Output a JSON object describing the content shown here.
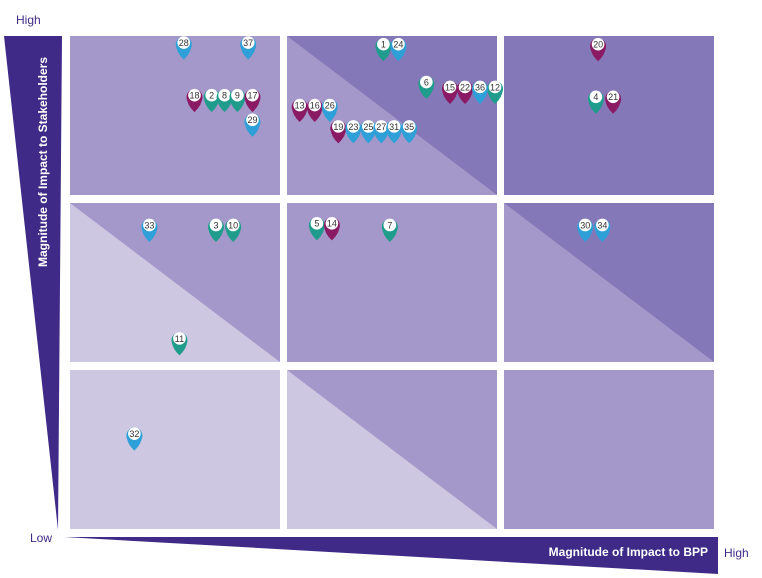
{
  "chart_data": {
    "type": "scatter",
    "title": "",
    "xlabel": "Magnitude of Impact to BPP",
    "ylabel": "Magnitude of Impact to Stakeholders",
    "x_low_label": "Low",
    "x_high_label": "High",
    "y_low_label": "Low",
    "y_high_label": "High",
    "xlim": [
      0,
      3
    ],
    "ylim": [
      0,
      3
    ],
    "grid": "3x3 matrix",
    "legend": "none",
    "colors": {
      "dark_cell": "#8578b8",
      "mid_cell": "#a398c9",
      "light_cell": "#cdc7e2",
      "axis_wedge": "#3f2a87",
      "teal": "#1f9c8c",
      "magenta": "#8a1a63",
      "blue": "#2f9fd8"
    },
    "series": [
      {
        "color_key": "teal",
        "points": [
          {
            "id": "1",
            "x": 1.46,
            "y": 2.95
          },
          {
            "id": "2",
            "x": 0.66,
            "y": 2.64
          },
          {
            "id": "8",
            "x": 0.72,
            "y": 2.64
          },
          {
            "id": "9",
            "x": 0.78,
            "y": 2.64
          },
          {
            "id": "6",
            "x": 1.66,
            "y": 2.72
          },
          {
            "id": "12",
            "x": 1.98,
            "y": 2.69
          },
          {
            "id": "4",
            "x": 2.45,
            "y": 2.63
          },
          {
            "id": "3",
            "x": 0.68,
            "y": 1.85
          },
          {
            "id": "10",
            "x": 0.76,
            "y": 1.85
          },
          {
            "id": "5",
            "x": 1.15,
            "y": 1.86
          },
          {
            "id": "7",
            "x": 1.49,
            "y": 1.85
          },
          {
            "id": "11",
            "x": 0.51,
            "y": 1.16
          }
        ]
      },
      {
        "color_key": "magenta",
        "points": [
          {
            "id": "20",
            "x": 2.46,
            "y": 2.95
          },
          {
            "id": "18",
            "x": 0.58,
            "y": 2.64
          },
          {
            "id": "17",
            "x": 0.85,
            "y": 2.64
          },
          {
            "id": "15",
            "x": 1.77,
            "y": 2.69
          },
          {
            "id": "22",
            "x": 1.84,
            "y": 2.69
          },
          {
            "id": "21",
            "x": 2.53,
            "y": 2.63
          },
          {
            "id": "13",
            "x": 1.07,
            "y": 2.58
          },
          {
            "id": "16",
            "x": 1.14,
            "y": 2.58
          },
          {
            "id": "19",
            "x": 1.25,
            "y": 2.45
          },
          {
            "id": "14",
            "x": 1.22,
            "y": 1.86
          }
        ]
      },
      {
        "color_key": "blue",
        "points": [
          {
            "id": "28",
            "x": 0.53,
            "y": 2.96
          },
          {
            "id": "37",
            "x": 0.83,
            "y": 2.96
          },
          {
            "id": "24",
            "x": 1.53,
            "y": 2.95
          },
          {
            "id": "36",
            "x": 1.91,
            "y": 2.69
          },
          {
            "id": "26",
            "x": 1.21,
            "y": 2.58
          },
          {
            "id": "29",
            "x": 0.85,
            "y": 2.49
          },
          {
            "id": "23",
            "x": 1.32,
            "y": 2.45
          },
          {
            "id": "25",
            "x": 1.39,
            "y": 2.45
          },
          {
            "id": "27",
            "x": 1.45,
            "y": 2.45
          },
          {
            "id": "31",
            "x": 1.51,
            "y": 2.45
          },
          {
            "id": "35",
            "x": 1.58,
            "y": 2.45
          },
          {
            "id": "33",
            "x": 0.37,
            "y": 1.85
          },
          {
            "id": "30",
            "x": 2.4,
            "y": 1.85
          },
          {
            "id": "34",
            "x": 2.48,
            "y": 1.85
          },
          {
            "id": "32",
            "x": 0.3,
            "y": 0.58
          }
        ]
      }
    ]
  }
}
